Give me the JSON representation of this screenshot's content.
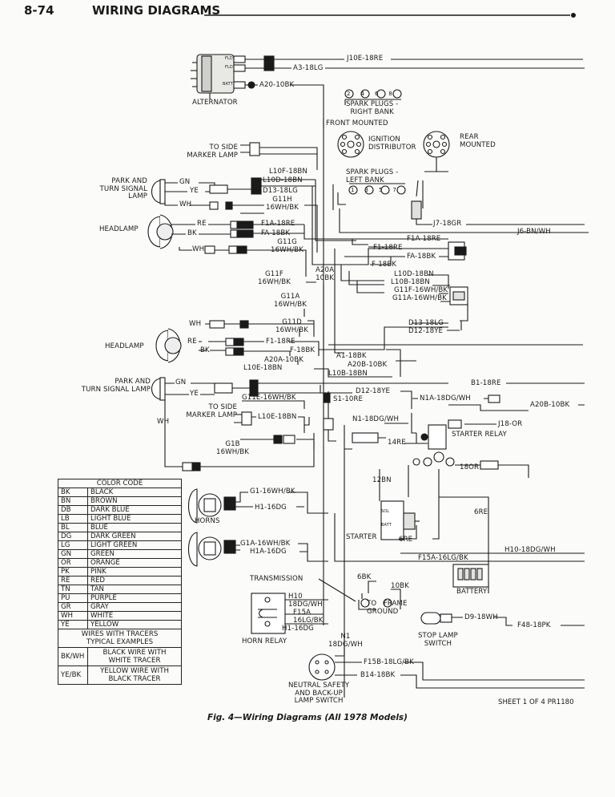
{
  "header": {
    "page_number": "8-74",
    "title": "WIRING DIAGRAMS"
  },
  "components": {
    "alternator": "ALTERNATOR",
    "alt_fld_1": "FLD",
    "alt_fld_2": "FLD",
    "alt_batt": "BATT",
    "spark_plugs_right": "SPARK PLUGS -\nRIGHT BANK",
    "right_plug_numbers": [
      "2",
      "4",
      "6",
      "8"
    ],
    "front_mounted": "FRONT MOUNTED",
    "ignition_distributor": "IGNITION\nDISTRIBUTOR",
    "rear_mounted": "REAR\nMOUNTED",
    "spark_plugs_left": "SPARK PLUGS -\nLEFT BANK",
    "left_plug_numbers": [
      "1",
      "3",
      "5",
      "7"
    ],
    "side_marker_lamp_top": "TO SIDE\nMARKER LAMP",
    "park_turn_lamp_top": "PARK AND\nTURN SIGNAL\nLAMP",
    "headlamp_top": "HEADLAMP",
    "headlamp_lower": "HEADLAMP",
    "park_turn_lamp_lower": "PARK AND\nTURN SIGNAL LAMP",
    "side_marker_lamp_lower": "TO SIDE\nMARKER LAMP",
    "horns": "HORNS",
    "starter_relay": "STARTER RELAY",
    "starter": "STARTER",
    "sol": "SOL",
    "batt": "BATT",
    "battery": "BATTERY",
    "transmission": "TRANSMISSION",
    "ground": "TO   FRAME\nGROUND",
    "horn_relay": "HORN RELAY",
    "stop_lamp_switch": "STOP LAMP\nSWITCH",
    "neutral_safety": "NEUTRAL SAFETY\nAND BACK-UP\nLAMP SWITCH"
  },
  "wires": {
    "j10e": "J10E-18RE",
    "a3": "A3-18LG",
    "a20_alt": "A20-10BK",
    "l10f": "L10F-18BN",
    "l10d_top": "L10D-18BN",
    "d13_top": "D13-18LG",
    "g11h": "G11H\n16WH/BK",
    "gn_top": "GN",
    "ye_top": "YE",
    "wh_top": "WH",
    "re_hl": "RE",
    "bk_hl": "BK",
    "wh_hl": "WH",
    "f1a_top": "F1A-18RE",
    "fa_top": "FA-18BK",
    "g11g": "G11G\n16WH/BK",
    "j7": "J7-18GR",
    "j6": "J6-BN/WH",
    "f1a_mid": "F1A-18RE",
    "f1_mid": "F1-18RE",
    "fa_mid": "FA-18BK",
    "f_18bk": "F-18BK",
    "g11f": "G11F\n16WH/BK",
    "a20a": "A20A\n10BK",
    "l10d_mid": "L10D-18BN",
    "l10b_mid": "L10B-18BN",
    "g11f_mid": "G11F-16WH/BK",
    "g11a_mid": "G11A-16WH/BK",
    "g11a_left": "G11A\n16WH/BK",
    "g11d": "G11D\n16WH/BK",
    "wh_hl2": "WH",
    "re_hl2": "RE",
    "bk_hl2": "BK",
    "f1_low": "F1-18RE",
    "f_low": "F-18BK",
    "d13_right": "D13-18LG",
    "d12_right": "D12-18YE",
    "a1": "A1-18BK",
    "a20a_low": "A20A-10BK",
    "l10e_left": "L10E-18BN",
    "a20b_mid": "A20B-10BK",
    "l10b_low": "L10B-18BN",
    "gn_low": "GN",
    "ye_low": "YE",
    "b1": "B1-18RE",
    "d12_low": "D12-18YE",
    "g11e": "G11E-16WH/BK",
    "s1": "S1-10RE",
    "n1a": "N1A-18DG/WH",
    "a20b_right": "A20B-10BK",
    "l10e_low": "L10E-18BN",
    "wh_vert": "WH",
    "n1_mid": "N1-18DG/WH",
    "j18": "J18-OR",
    "g1b": "G1B\n16WH/BK",
    "re14": "14RE",
    "or18": "18OR",
    "bn12": "12BN",
    "g1": "G1-16WH/BK",
    "h1_top": "H1-16DG",
    "g1a": "G1A-16WH/BK",
    "h1a": "H1A-16DG",
    "re6_vert": "6RE",
    "re6_low": "6RE",
    "h10_right": "H10-18DG/WH",
    "f15a_right": "F15A-16LG/BK",
    "bk6": "6BK",
    "bk10": "10BK",
    "h10_relay": "H10\n18DG/WH",
    "f15a_relay": "F15A\n16LG/BK",
    "h1_relay": "H1-16DG",
    "d9": "D9-18WH",
    "f48": "F48-18PK",
    "n1_low": "N1\n18DG/WH",
    "f15b": "F15B-18LG/BK",
    "b14": "B14-18BK"
  },
  "color_code": {
    "title": "COLOR CODE",
    "rows": [
      [
        "BK",
        "BLACK"
      ],
      [
        "BN",
        "BROWN"
      ],
      [
        "DB",
        "DARK BLUE"
      ],
      [
        "LB",
        "LIGHT BLUE"
      ],
      [
        "BL",
        "BLUE"
      ],
      [
        "DG",
        "DARK GREEN"
      ],
      [
        "LG",
        "LIGHT GREEN"
      ],
      [
        "GN",
        "GREEN"
      ],
      [
        "OR",
        "ORANGE"
      ],
      [
        "PK",
        "PINK"
      ],
      [
        "RE",
        "RED"
      ],
      [
        "TN",
        "TAN"
      ],
      [
        "PU",
        "PURPLE"
      ],
      [
        "GR",
        "GRAY"
      ],
      [
        "WH",
        "WHITE"
      ],
      [
        "YE",
        "YELLOW"
      ]
    ],
    "tracers_title": "WIRES WITH TRACERS\nTYPICAL EXAMPLES",
    "tracer_rows": [
      [
        "BK/WH",
        "BLACK WIRE WITH\nWHITE TRACER"
      ],
      [
        "YE/BK",
        "YELLOW WIRE WITH\nBLACK TRACER"
      ]
    ]
  },
  "footer": {
    "sheet": "SHEET 1 OF 4 PR1180",
    "caption": "Fig. 4—Wiring Diagrams (All 1978 Models)"
  },
  "ink_color": "#1a1a1a",
  "paper_color": "#fbfbf9"
}
